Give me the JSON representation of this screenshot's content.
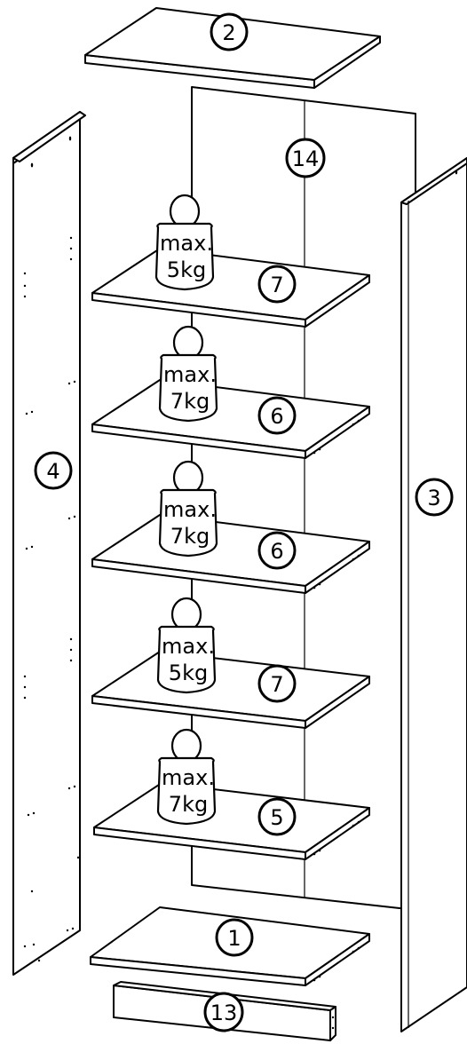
{
  "parts": {
    "top": "2",
    "back": "14",
    "left_side": "4",
    "right_side": "3",
    "shelf_1": "7",
    "shelf_2": "6",
    "shelf_3": "6",
    "shelf_4": "7",
    "shelf_5": "5",
    "bottom": "1",
    "plinth": "13"
  },
  "load_limits": {
    "shelf_1": {
      "line1": "max.",
      "line2": "5kg"
    },
    "shelf_2": {
      "line1": "max.",
      "line2": "7kg"
    },
    "shelf_3": {
      "line1": "max.",
      "line2": "7kg"
    },
    "shelf_4": {
      "line1": "max.",
      "line2": "5kg"
    },
    "shelf_5": {
      "line1": "max.",
      "line2": "7kg"
    }
  }
}
